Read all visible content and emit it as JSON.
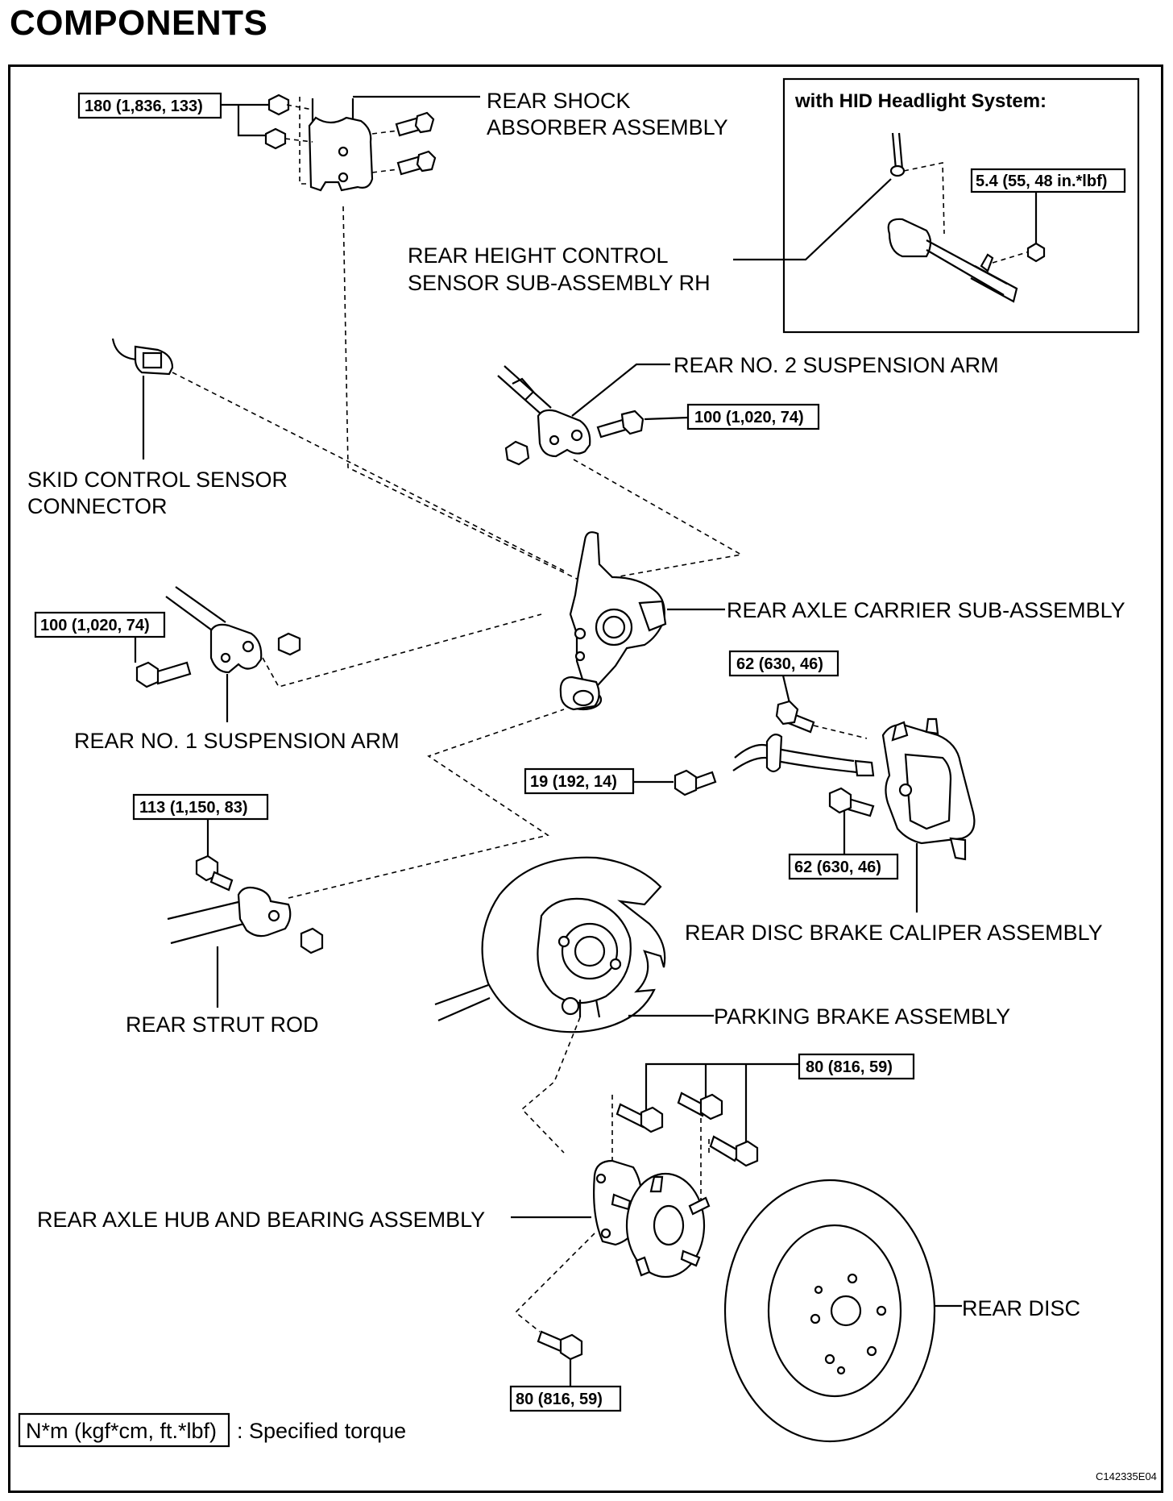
{
  "title": "COMPONENTS",
  "hid_box": {
    "title": "with HID Headlight System:"
  },
  "parts": {
    "rear_shock_absorber": [
      "REAR SHOCK",
      "ABSORBER ASSEMBLY"
    ],
    "rear_height_control_sensor": [
      "REAR HEIGHT CONTROL",
      "SENSOR SUB-ASSEMBLY RH"
    ],
    "rear_no2_suspension_arm": "REAR NO. 2 SUSPENSION ARM",
    "skid_control_sensor_connector": [
      "SKID CONTROL SENSOR",
      "CONNECTOR"
    ],
    "rear_axle_carrier": "REAR AXLE CARRIER SUB-ASSEMBLY",
    "rear_no1_suspension_arm": "REAR NO. 1 SUSPENSION ARM",
    "rear_disc_brake_caliper": "REAR DISC BRAKE CALIPER ASSEMBLY",
    "rear_strut_rod": "REAR STRUT ROD",
    "parking_brake": "PARKING BRAKE ASSEMBLY",
    "rear_axle_hub_bearing": "REAR AXLE HUB AND BEARING ASSEMBLY",
    "rear_disc": "REAR DISC"
  },
  "torques": {
    "shock_bolts": "180 (1,836, 133)",
    "height_sensor_nut": "5.4 (55, 48 in.*lbf)",
    "no2_arm_bolt": "100 (1,020, 74)",
    "no1_arm_bolt": "100 (1,020, 74)",
    "caliper_upper_bolt": "62 (630, 46)",
    "sensor_bolt": "19 (192, 14)",
    "caliper_lower_bolt": "62 (630, 46)",
    "strut_rod_bolt": "113 (1,150, 83)",
    "hub_bolts_upper": "80 (816, 59)",
    "hub_bolt_lower": "80 (816, 59)"
  },
  "legend": {
    "unit": "N*m (kgf*cm, ft.*lbf)",
    "description": ": Specified torque"
  },
  "figure_code": "C142335E04"
}
